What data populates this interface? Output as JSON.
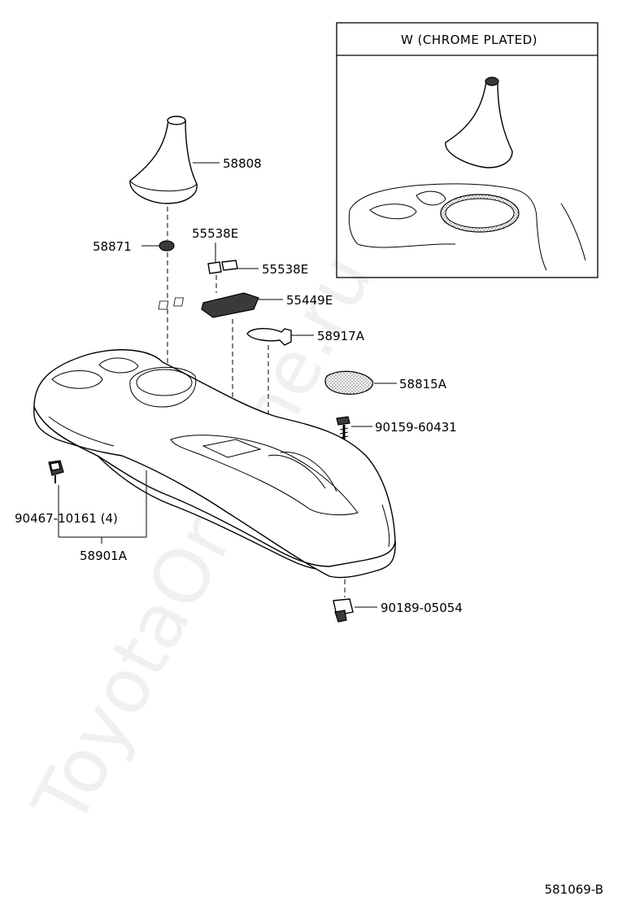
{
  "inset": {
    "title": "W (CHROME  PLATED)"
  },
  "labels": {
    "p58808": "58808",
    "p58871": "58871",
    "p55538E_a": "55538E",
    "p55538E_b": "55538E",
    "p55449E": "55449E",
    "p58917A": "58917A",
    "p58815A": "58815A",
    "p90159": "90159-60431",
    "p90467": "90467-10161 (4)",
    "p58901A": "58901A",
    "p90189": "90189-05054"
  },
  "figure_code": "581069-B",
  "watermark": "ToyotaOnMine.ru"
}
